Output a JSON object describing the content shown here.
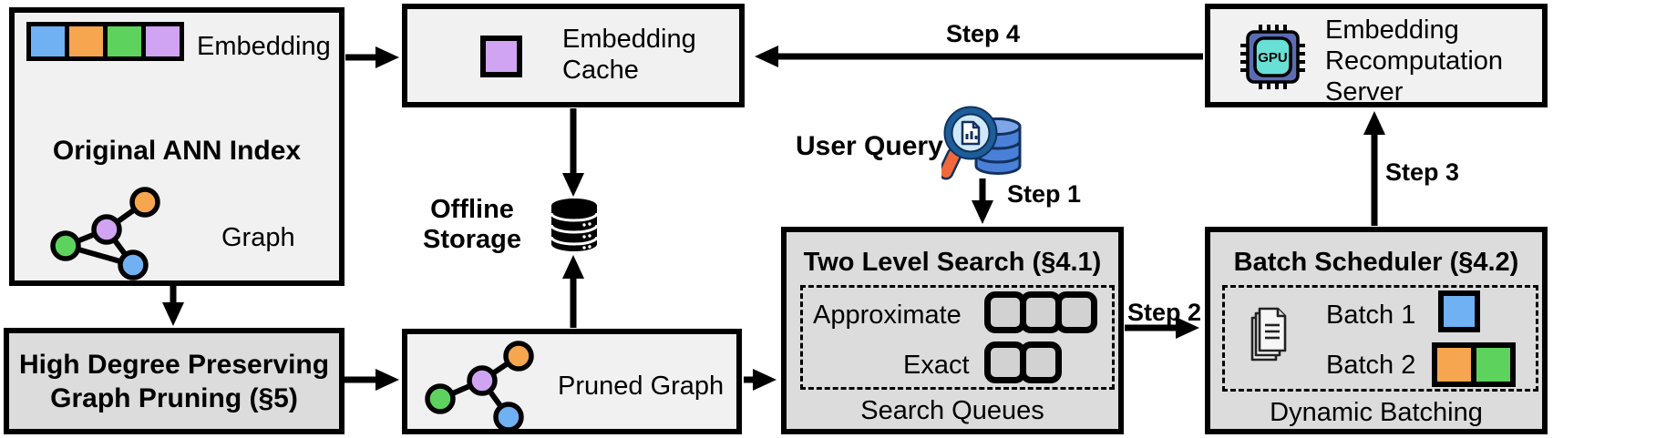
{
  "colors": {
    "blue": "#6fb1f2",
    "orange": "#f6a64e",
    "green": "#5dd35d",
    "purple": "#d0a4f2",
    "light_box_fill": "#f1f1f1",
    "dark_box_fill": "#dcdcdc",
    "outline": "#000000",
    "gpu_chip_body": "#5b6cb4",
    "gpu_chip_screen": "#68e0d6",
    "magnifier_rim": "#1d5e99",
    "magnifier_lens": "#cfe9f8",
    "magnifier_handle": "#f2683c",
    "query_db_blue": "#4a80d8",
    "query_db_top": "#7fa6e8"
  },
  "original_ann_index": {
    "title": "Original ANN Index",
    "embedding_label": "Embedding",
    "graph_label": "Graph"
  },
  "high_degree_pruning": {
    "line1": "High Degree Preserving",
    "line2": "Graph Pruning (§5)"
  },
  "embedding_cache": {
    "line1": "Embedding",
    "line2": "Cache"
  },
  "offline_storage": {
    "line1": "Offline",
    "line2": "Storage"
  },
  "pruned_graph": {
    "label": "Pruned Graph"
  },
  "user_query": {
    "label": "User Query"
  },
  "two_level_search": {
    "title": "Two Level Search (§4.1)",
    "level1_label": "Approximate",
    "level2_label": "Exact",
    "approximate_slots": 3,
    "exact_slots": 2,
    "caption": "Search Queues"
  },
  "batch_scheduler": {
    "title": "Batch Scheduler (§4.2)",
    "batch1_label": "Batch 1",
    "batch2_label": "Batch 2",
    "caption": "Dynamic Batching"
  },
  "recomputation_server": {
    "line1": "Embedding",
    "line2": "Recomputation",
    "line3": "Server",
    "gpu_chip_label": "GPU"
  },
  "steps": {
    "step1": "Step 1",
    "step2": "Step 2",
    "step3": "Step 3",
    "step4": "Step 4"
  }
}
